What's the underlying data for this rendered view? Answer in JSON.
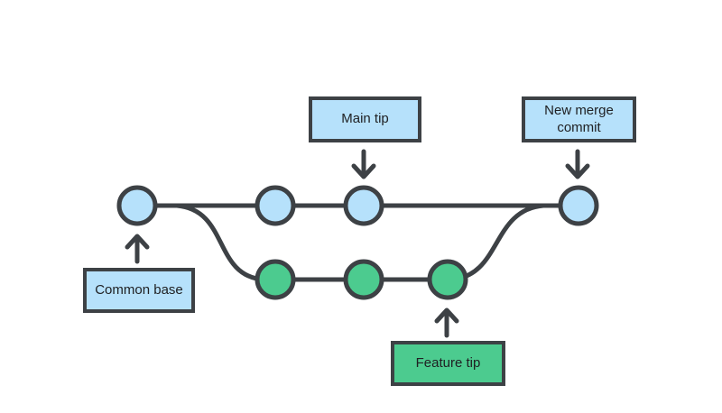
{
  "diagram": {
    "labels": {
      "main_tip": "Main tip",
      "new_merge_commit": "New merge commit",
      "common_base": "Common base",
      "feature_tip": "Feature tip"
    },
    "branches": {
      "main": {
        "commit_count": 4,
        "node_color": "#b6e1fb"
      },
      "feature": {
        "commit_count": 3,
        "node_color": "#4ccb8f"
      }
    },
    "colors": {
      "commit_blue": "#b6e1fb",
      "commit_green": "#4ccb8f",
      "stroke": "#3d4145",
      "text": "#202124",
      "background": "#ffffff"
    }
  }
}
